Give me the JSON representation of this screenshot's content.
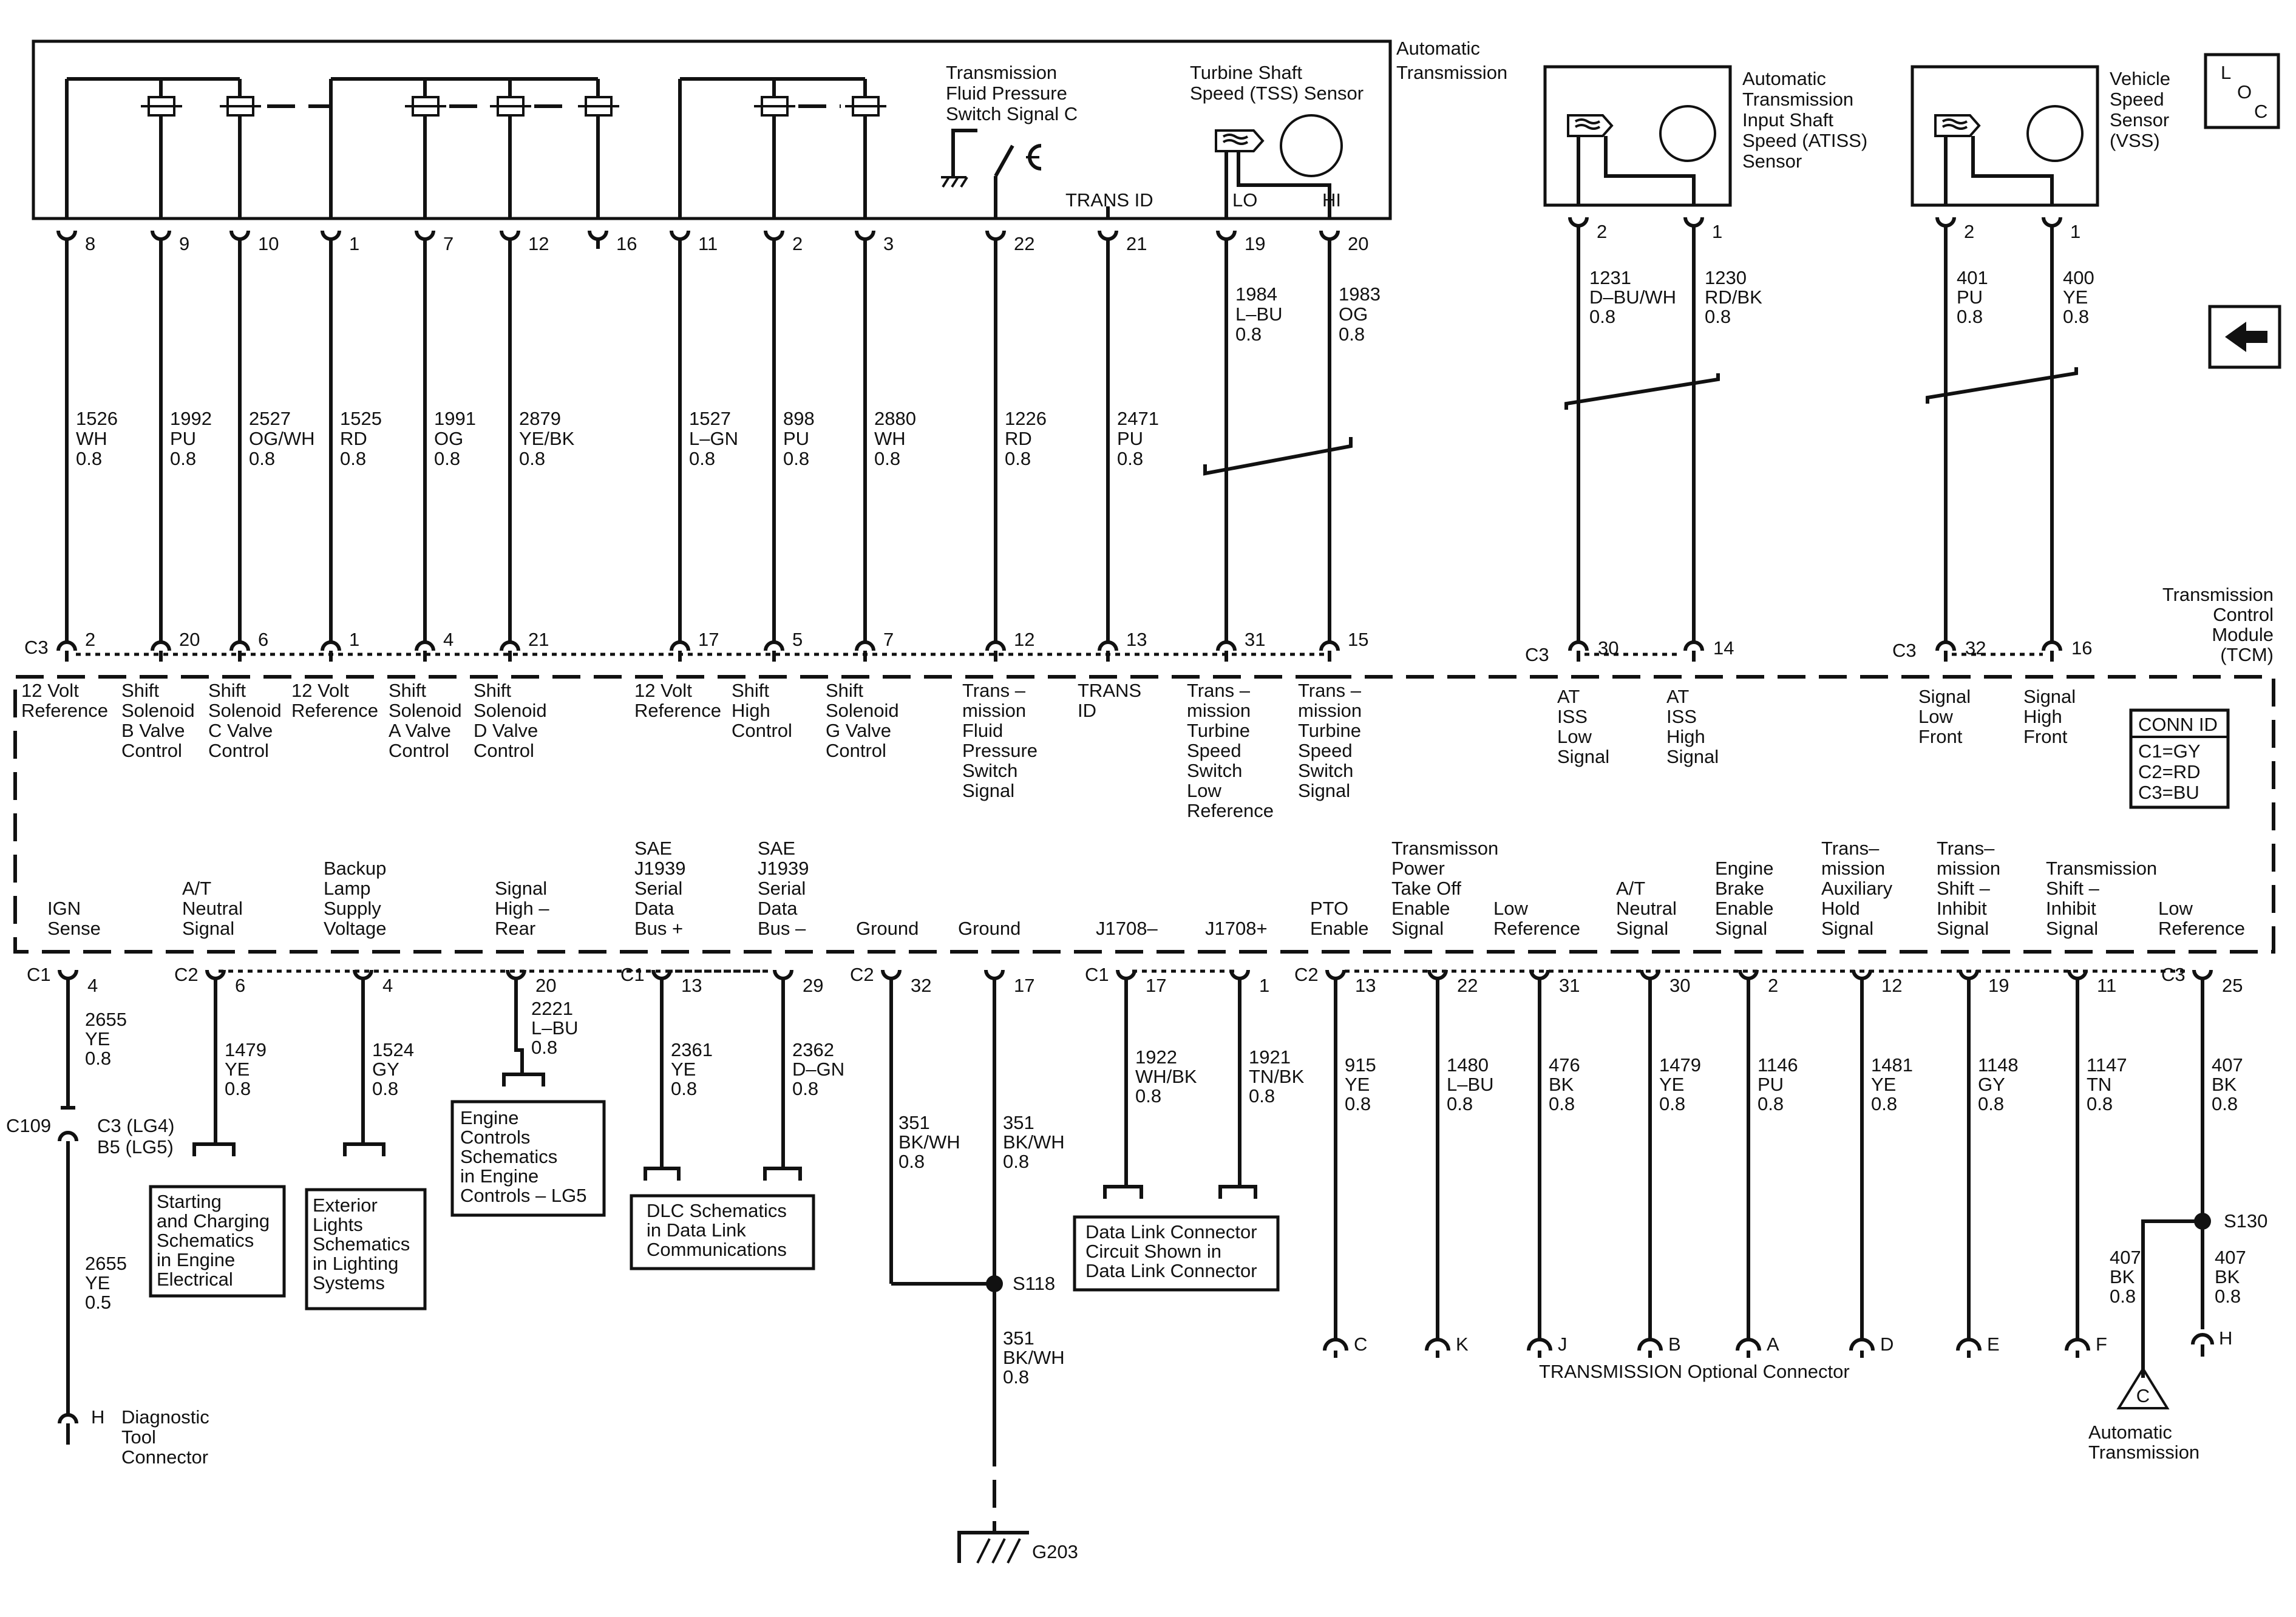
{
  "header": {
    "loc_lines": [
      "L",
      "O",
      "C"
    ],
    "auto_trans_title": [
      "Automatic",
      "Transmission"
    ]
  },
  "trans_harness": {
    "tfp_label": [
      "Transmission",
      "Fluid Pressure",
      "Switch Signal C"
    ],
    "tss_label": [
      "Turbine Shaft",
      "Speed (TSS) Sensor"
    ],
    "trans_id_label": "TRANS ID",
    "lo_label": "LO",
    "hi_label": "HI"
  },
  "atiss_sensor": {
    "label": [
      "Automatic",
      "Transmission",
      "Input Shaft",
      "Speed (ATISS)",
      "Sensor"
    ]
  },
  "vss_sensor": {
    "label": [
      "Vehicle",
      "Speed",
      "Sensor",
      "(VSS)"
    ]
  },
  "tcm": {
    "title": [
      "Transmission",
      "Control",
      "Module",
      "(TCM)"
    ],
    "conn_id_title": "CONN ID",
    "conn_id_lines": [
      "C1=GY",
      "C2=RD",
      "C3=BU"
    ],
    "c3_label": "C3",
    "c1_label": "C1",
    "c2_label": "C2"
  },
  "upper_circuits": [
    {
      "pin_top": "8",
      "circuit": "1526",
      "color": "WH",
      "gauge": "0.8",
      "pin_tcm": "2",
      "label": [
        "12 Volt",
        "Reference"
      ]
    },
    {
      "pin_top": "9",
      "circuit": "1992",
      "color": "PU",
      "gauge": "0.8",
      "pin_tcm": "20",
      "label": [
        "Shift",
        "Solenoid",
        "B Valve",
        "Control"
      ]
    },
    {
      "pin_top": "10",
      "circuit": "2527",
      "color": "OG/WH",
      "gauge": "0.8",
      "pin_tcm": "6",
      "label": [
        "Shift",
        "Solenoid",
        "C Valve",
        "Control"
      ]
    },
    {
      "pin_top": "1",
      "circuit": "1525",
      "color": "RD",
      "gauge": "0.8",
      "pin_tcm": "1",
      "label": [
        "12 Volt",
        "Reference"
      ]
    },
    {
      "pin_top": "7",
      "circuit": "1991",
      "color": "OG",
      "gauge": "0.8",
      "pin_tcm": "4",
      "label": [
        "Shift",
        "Solenoid",
        "A Valve",
        "Control"
      ]
    },
    {
      "pin_top": "12",
      "circuit": "2879",
      "color": "YE/BK",
      "gauge": "0.8",
      "pin_tcm": "21",
      "label": [
        "Shift",
        "Solenoid",
        "D Valve",
        "Control"
      ]
    },
    {
      "pin_top": "16"
    },
    {
      "pin_top": "11",
      "circuit": "1527",
      "color": "L–GN",
      "gauge": "0.8",
      "pin_tcm": "17",
      "label": [
        "12 Volt",
        "Reference"
      ]
    },
    {
      "pin_top": "2",
      "circuit": "898",
      "color": "PU",
      "gauge": "0.8",
      "pin_tcm": "5",
      "label": [
        "Shift",
        "High",
        "Control"
      ]
    },
    {
      "pin_top": "3",
      "circuit": "2880",
      "color": "WH",
      "gauge": "0.8",
      "pin_tcm": "7",
      "label": [
        "Shift",
        "Solenoid",
        "G Valve",
        "Control"
      ]
    },
    {
      "pin_top": "22",
      "circuit": "1226",
      "color": "RD",
      "gauge": "0.8",
      "pin_tcm": "12",
      "label": [
        "Trans –",
        "mission",
        "Fluid",
        "Pressure",
        "Switch",
        "Signal"
      ]
    },
    {
      "pin_top": "21",
      "circuit": "2471",
      "color": "PU",
      "gauge": "0.8",
      "pin_tcm": "13",
      "label": [
        "TRANS",
        "ID"
      ]
    },
    {
      "pin_top": "19",
      "circuit": "1984",
      "color": "L–BU",
      "gauge": "0.8",
      "pin_tcm": "31",
      "label": [
        "Trans –",
        "mission",
        "Turbine",
        "Speed",
        "Switch",
        "Low",
        "Reference"
      ]
    },
    {
      "pin_top": "20",
      "circuit": "1983",
      "color": "OG",
      "gauge": "0.8",
      "pin_tcm": "15",
      "label": [
        "Trans –",
        "mission",
        "Turbine",
        "Speed",
        "Switch",
        "Signal"
      ]
    }
  ],
  "right_sensor_circuits": [
    {
      "pin_top": "2",
      "circuit": "1231",
      "color": "D–BU/WH",
      "gauge": "0.8",
      "pin_tcm": "30",
      "label": [
        "AT",
        "ISS",
        "Low",
        "Signal"
      ]
    },
    {
      "pin_top": "1",
      "circuit": "1230",
      "color": "RD/BK",
      "gauge": "0.8",
      "pin_tcm": "14",
      "label": [
        "AT",
        "ISS",
        "High",
        "Signal"
      ]
    },
    {
      "pin_top": "2",
      "circuit": "401",
      "color": "PU",
      "gauge": "0.8",
      "pin_tcm": "32",
      "label": [
        "Signal",
        "Low",
        "Front"
      ]
    },
    {
      "pin_top": "1",
      "circuit": "400",
      "color": "YE",
      "gauge": "0.8",
      "pin_tcm": "16",
      "label": [
        "Signal",
        "High",
        "Front"
      ]
    }
  ],
  "lower_circuits": [
    {
      "label": [
        "IGN",
        "Sense"
      ],
      "pin": "4",
      "circuit": "2655",
      "color": "YE",
      "gauge": "0.8"
    },
    {
      "label": [
        "A/T",
        "Neutral",
        "Signal"
      ],
      "pin": "6",
      "circuit": "1479",
      "color": "YE",
      "gauge": "0.8"
    },
    {
      "label": [
        "Backup",
        "Lamp",
        "Supply",
        "Voltage"
      ],
      "pin": "4",
      "circuit": "1524",
      "color": "GY",
      "gauge": "0.8"
    },
    {
      "label": [
        "Signal",
        "High –",
        "Rear"
      ],
      "pin": "20",
      "circuit": "2221",
      "color": "L–BU",
      "gauge": "0.8"
    },
    {
      "label": [
        "SAE",
        "J1939",
        "Serial",
        "Data",
        "Bus +"
      ],
      "pin": "13",
      "circuit": "2361",
      "color": "YE",
      "gauge": "0.8"
    },
    {
      "label": [
        "SAE",
        "J1939",
        "Serial",
        "Data",
        "Bus –"
      ],
      "pin": "29",
      "circuit": "2362",
      "color": "D–GN",
      "gauge": "0.8"
    },
    {
      "label": [
        "Ground"
      ],
      "pin": "32",
      "circuit": "351",
      "color": "BK/WH",
      "gauge": "0.8"
    },
    {
      "label": [
        "Ground"
      ],
      "pin": "17",
      "circuit": "351",
      "color": "BK/WH",
      "gauge": "0.8"
    },
    {
      "label": [
        "J1708–"
      ],
      "pin": "17",
      "circuit": "1922",
      "color": "WH/BK",
      "gauge": "0.8"
    },
    {
      "label": [
        "J1708+"
      ],
      "pin": "1",
      "circuit": "1921",
      "color": "TN/BK",
      "gauge": "0.8"
    },
    {
      "label": [
        "PTO",
        "Enable"
      ],
      "pin": "13",
      "circuit": "915",
      "color": "YE",
      "gauge": "0.8",
      "term": "C"
    },
    {
      "label": [
        "Transmisson",
        "Power",
        "Take Off",
        "Enable",
        "Signal"
      ],
      "pin": "22",
      "circuit": "1480",
      "color": "L–BU",
      "gauge": "0.8",
      "term": "K"
    },
    {
      "label": [
        "Low",
        "Reference"
      ],
      "pin": "31",
      "circuit": "476",
      "color": "BK",
      "gauge": "0.8",
      "term": "J"
    },
    {
      "label": [
        "A/T",
        "Neutral",
        "Signal"
      ],
      "pin": "30",
      "circuit": "1479",
      "color": "YE",
      "gauge": "0.8",
      "term": "B"
    },
    {
      "label": [
        "Engine",
        "Brake",
        "Enable",
        "Signal"
      ],
      "pin": "2",
      "circuit": "1146",
      "color": "PU",
      "gauge": "0.8",
      "term": "A"
    },
    {
      "label": [
        "Trans–",
        "mission",
        "Auxiliary",
        "Hold",
        "Signal"
      ],
      "pin": "12",
      "circuit": "1481",
      "color": "YE",
      "gauge": "0.8",
      "term": "D"
    },
    {
      "label": [
        "Trans–",
        "mission",
        "Shift –",
        "Inhibit",
        "Signal"
      ],
      "pin": "19",
      "circuit": "1148",
      "color": "GY",
      "gauge": "0.8",
      "term": "E"
    },
    {
      "label": [
        "Transmission",
        "Shift –",
        "Inhibit",
        "Signal"
      ],
      "pin": "11",
      "circuit": "1147",
      "color": "TN",
      "gauge": "0.8",
      "term": "F"
    },
    {
      "label": [
        "Low",
        "Reference"
      ],
      "pin": "25",
      "circuit": "407",
      "color": "BK",
      "gauge": "0.8"
    }
  ],
  "ign_branch": {
    "c109": "C109",
    "c3_lg4": "C3 (LG4)",
    "b5_lg5": "B5 (LG5)",
    "circuit2": "2655",
    "color2": "YE",
    "gauge2": "0.5",
    "h_pin": "H",
    "dtc_label": [
      "Diagnostic",
      "Tool",
      "Connector"
    ]
  },
  "ref_boxes": {
    "starting": [
      "Starting",
      "and Charging",
      "Schematics",
      "in Engine",
      "Electrical"
    ],
    "exterior": [
      "Exterior",
      "Lights",
      "Schematics",
      "in Lighting",
      "Systems"
    ],
    "engine": [
      "Engine",
      "Controls",
      "Schematics",
      "in Engine",
      "Controls – LG5"
    ],
    "dlc": [
      "DLC Schematics",
      "in Data Link",
      "Communications"
    ],
    "dlc2": [
      "Data Link Connector",
      "Circuit Shown in",
      "Data Link Connector"
    ]
  },
  "ground": {
    "s118": "S118",
    "circuit": "351",
    "color": "BK/WH",
    "gauge": "0.8",
    "g203": "G203"
  },
  "optional_connector_label": "TRANSMISSION Optional Connector",
  "low_ref_branch": {
    "s130": "S130",
    "circuit": "407",
    "color": "BK",
    "gauge": "0.8",
    "h_pin": "H",
    "triangle_letter": "C",
    "auto_trans": [
      "Automatic",
      "Transmission"
    ]
  },
  "nav": {
    "arrow_icon": "left-arrow-icon"
  }
}
